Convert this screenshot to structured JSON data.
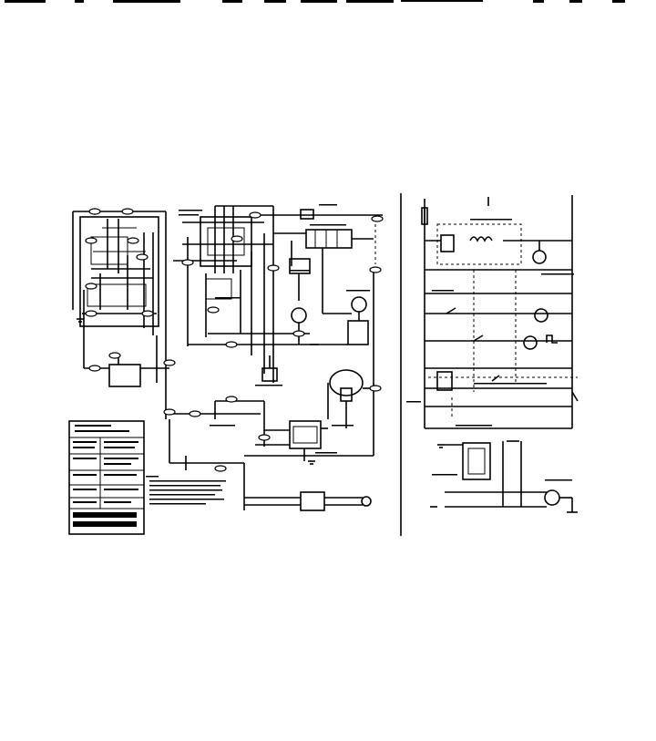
{
  "diagram": {
    "type": "appliance-wiring-diagram",
    "sections": [
      "wiring-schematic",
      "ladder-schematic",
      "legend-table",
      "notes"
    ],
    "label_text": ""
  },
  "colors": {
    "ink": "#000000",
    "paper": "#ffffff"
  }
}
